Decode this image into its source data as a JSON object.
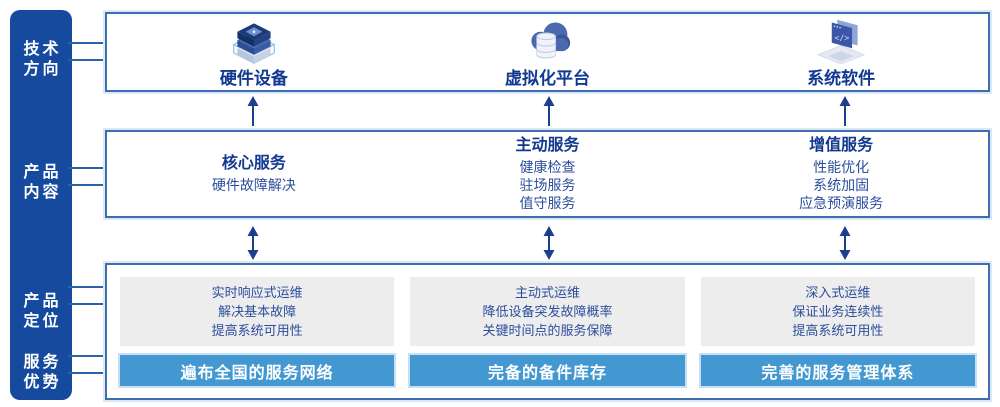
{
  "palette": {
    "rail_bg": "#154a9e",
    "box_border": "#3f6cae",
    "box_border_halo": "#dbe7f5",
    "title_text": "#12388f",
    "body_text": "#2c4e9c",
    "gray_panel_bg": "#ededed",
    "advantage_bar_bg": "#4398d2",
    "advantage_bar_text": "#ffffff",
    "arrow": "#1c3e8f",
    "connector_line": "#2a61ab"
  },
  "rail": {
    "items": [
      {
        "label": "技术方向",
        "lines": [
          "技术",
          "方向"
        ]
      },
      {
        "label": "产品内容",
        "lines": [
          "产品",
          "内容"
        ]
      },
      {
        "label": "产品定位",
        "lines": [
          "产品",
          "定位"
        ]
      },
      {
        "label": "服务优势",
        "lines": [
          "服务",
          "优势"
        ]
      }
    ]
  },
  "tech_row": {
    "items": [
      {
        "icon": "server-stack-icon",
        "label": "硬件设备"
      },
      {
        "icon": "cloud-platform-icon",
        "label": "虚拟化平台"
      },
      {
        "icon": "code-window-icon",
        "label": "系统软件"
      }
    ]
  },
  "product_row": {
    "columns": [
      {
        "title": "核心服务",
        "items": [
          "硬件故障解决"
        ]
      },
      {
        "title": "主动服务",
        "items": [
          "健康检查",
          "驻场服务",
          "值守服务"
        ]
      },
      {
        "title": "增值服务",
        "items": [
          "性能优化",
          "系统加固",
          "应急预演服务"
        ]
      }
    ]
  },
  "position_row": {
    "columns": [
      {
        "positioning": [
          "实时响应式运维",
          "解决基本故障",
          "提高系统可用性"
        ],
        "advantage": "遍布全国的服务网络"
      },
      {
        "positioning": [
          "主动式运维",
          "降低设备突发故障概率",
          "关键时间点的服务保障"
        ],
        "advantage": "完备的备件库存"
      },
      {
        "positioning": [
          "深入式运维",
          "保证业务连续性",
          "提高系统可用性"
        ],
        "advantage": "完善的服务管理体系"
      }
    ]
  }
}
